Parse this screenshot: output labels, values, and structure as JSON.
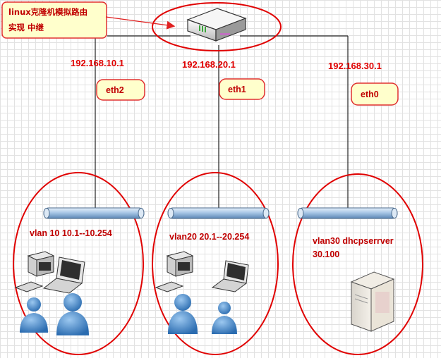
{
  "note": {
    "line1": "linux克隆机模拟路由",
    "line2": "实现  中继"
  },
  "links": [
    {
      "ip": "192.168.10.1",
      "iface": "eth2"
    },
    {
      "ip": "192.168.20.1",
      "iface": "eth1"
    },
    {
      "ip": "192.168.30.1",
      "iface": "eth0"
    }
  ],
  "vlans": [
    {
      "line1": "vlan 10  10.1--10.254",
      "line2": ""
    },
    {
      "line1": "vlan20 20.1--20.254",
      "line2": ""
    },
    {
      "line1": "vlan30  dhcpserrver",
      "line2": "30.100"
    }
  ],
  "colors": {
    "accent_red": "#e00000",
    "note_fill": "#ffffcc",
    "note_border": "#e03030",
    "bus_fill": "#a9c7e6",
    "person_fill": "#3b7fc1"
  }
}
